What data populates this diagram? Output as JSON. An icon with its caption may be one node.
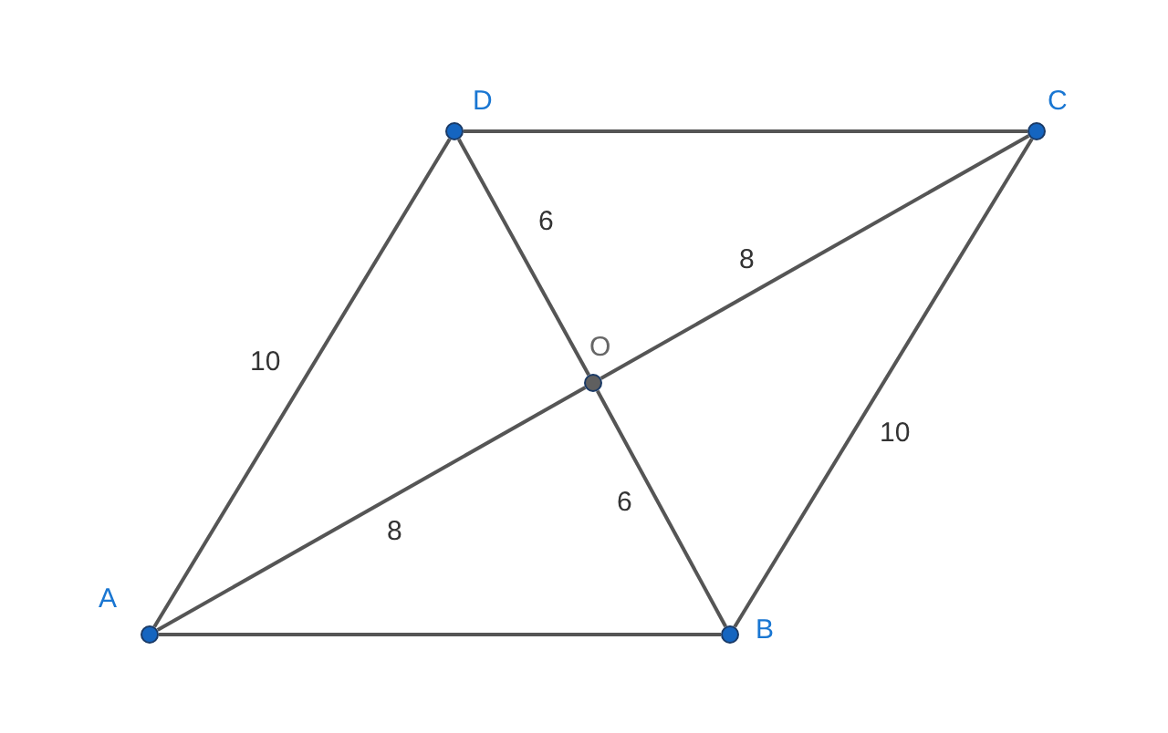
{
  "diagram": {
    "nodes": [
      {
        "text": [
          "D"
        ]
      },
      {
        "text": [
          "C"
        ]
      },
      {
        "text": [
          "O"
        ]
      },
      {
        "text": [
          "A"
        ]
      },
      {
        "text": [
          "B"
        ]
      }
    ],
    "edges": [
      {
        "from": 3,
        "to": 0,
        "arrow": "none",
        "label": "10"
      },
      {
        "from": 0,
        "to": 1,
        "arrow": "none"
      },
      {
        "from": 1,
        "to": 4,
        "arrow": "none",
        "label": "10"
      },
      {
        "from": 3,
        "to": 4,
        "arrow": "none"
      },
      {
        "from": 0,
        "to": 2,
        "arrow": "none",
        "label": "6"
      },
      {
        "from": 2,
        "to": 4,
        "arrow": "none",
        "label": "6"
      },
      {
        "from": 3,
        "to": 2,
        "arrow": "none",
        "label": "8"
      },
      {
        "from": 2,
        "to": 1,
        "arrow": "none",
        "label": "8"
      }
    ]
  }
}
